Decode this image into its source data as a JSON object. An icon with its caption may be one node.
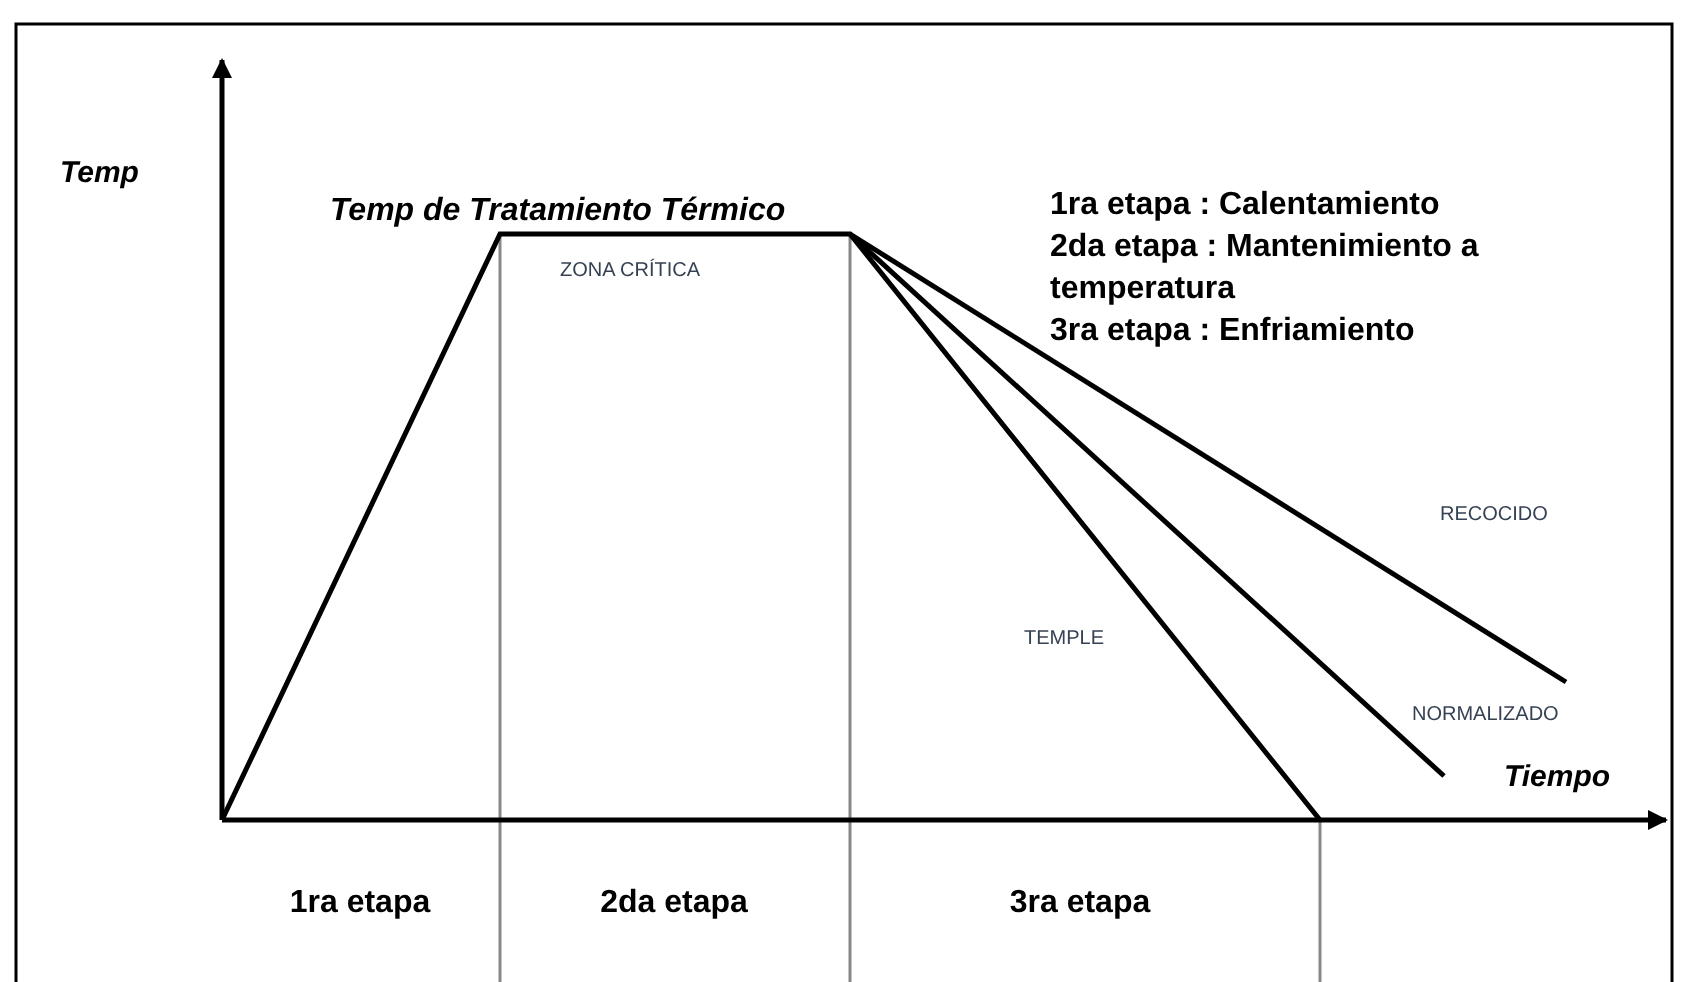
{
  "diagram": {
    "labels": [
      "Temp",
      "Temp de Tratamiento Térmico",
      "1ra etapa : Calentamiento",
      "2da etapa : Mantenimiento a temperatura",
      "3ra etapa : Enfriamiento",
      "ZONA CRÍTICA",
      "RECOCIDO",
      "TEMPLE",
      "NORMALIZADO",
      "Tiempo",
      "1ra etapa",
      "2da etapa",
      "3ra etapa"
    ]
  }
}
